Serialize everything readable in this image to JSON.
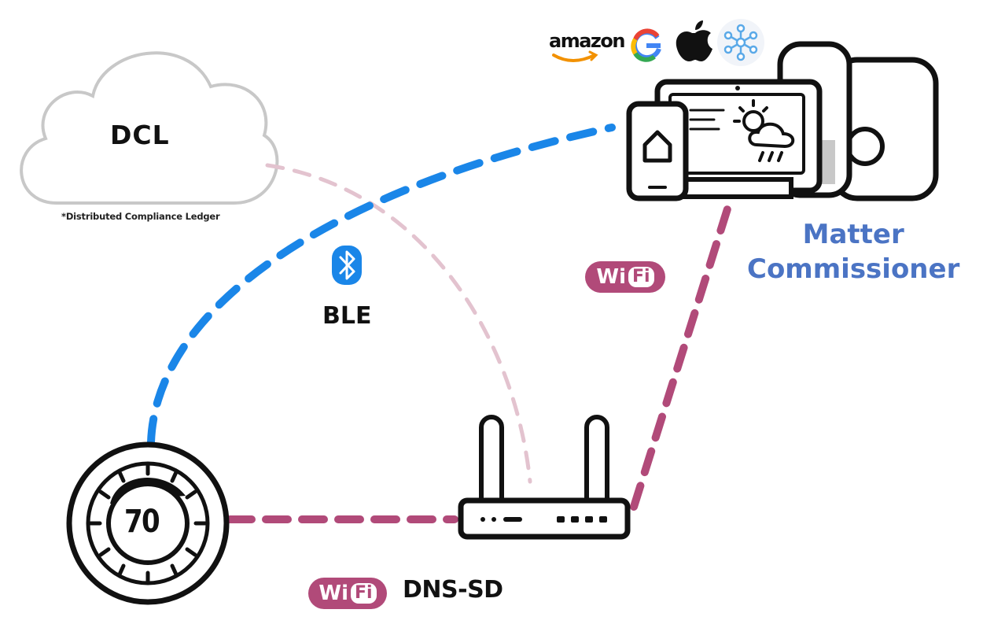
{
  "cloud": {
    "label": "DCL",
    "caption": "*Distributed Compliance Ledger"
  },
  "connections": {
    "ble": {
      "label": "BLE",
      "color": "#1a86e8"
    },
    "wifi": {
      "badge_left": "Wi",
      "badge_right": "Fi",
      "color": "#b14a79"
    },
    "dnssd": {
      "label": "DNS-SD"
    }
  },
  "commissioner": {
    "line1": "Matter",
    "line2": "Commissioner",
    "color": "#4b74c4"
  },
  "ecosystems": [
    {
      "name": "amazon",
      "icon": "amazon-logo"
    },
    {
      "name": "google",
      "icon": "google-g-logo"
    },
    {
      "name": "apple",
      "icon": "apple-logo"
    },
    {
      "name": "smartthings",
      "icon": "smartthings-logo"
    }
  ],
  "thermostat": {
    "value": "70"
  },
  "faint_link_color": "#e3c3cf"
}
